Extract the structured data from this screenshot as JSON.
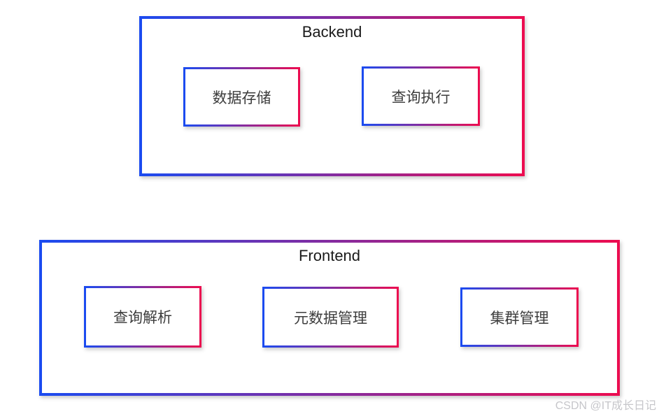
{
  "page": {
    "background": "#ffffff",
    "watermark": "CSDN @IT成长日记"
  },
  "colors": {
    "gradient_start": "#1b4bf0",
    "gradient_end": "#ec0c50",
    "title_text": "#1a1a1a",
    "box_text": "#3d3d3d",
    "watermark_text": "#c6c6ca",
    "page_bg": "#ffffff"
  },
  "diagram": {
    "groups": [
      {
        "id": "backend",
        "title": "Backend",
        "children": [
          {
            "label": "数据存储"
          },
          {
            "label": "查询执行"
          }
        ]
      },
      {
        "id": "frontend",
        "title": "Frontend",
        "children": [
          {
            "label": "查询解析"
          },
          {
            "label": "元数据管理"
          },
          {
            "label": "集群管理"
          }
        ]
      }
    ]
  }
}
